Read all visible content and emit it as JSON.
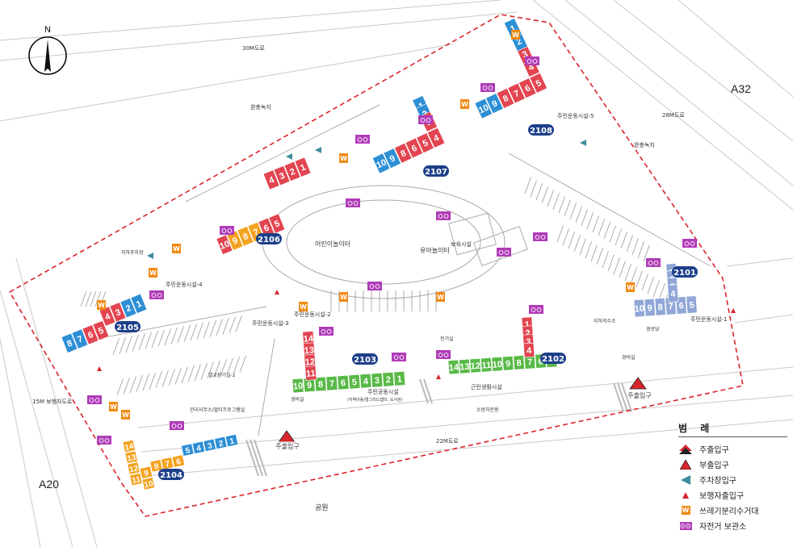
{
  "sides": {
    "top_right": "A32",
    "bottom_left": "A20"
  },
  "north_label": "N",
  "roads": {
    "top": "30M도로",
    "bottom": "22M도로",
    "left": "15M 보행자도로",
    "right": "28M도로",
    "park": "공원",
    "green_top": "완충녹지",
    "green_right": "완충녹지"
  },
  "buildings": [
    {
      "no": "2107",
      "units": [
        "1",
        "2",
        "3",
        "4",
        "5",
        "6",
        "8",
        "9",
        "10"
      ]
    },
    {
      "no": "2108",
      "units": [
        "1",
        "2",
        "3",
        "4",
        "5",
        "6",
        "7",
        "8",
        "9",
        "10"
      ]
    },
    {
      "no": "2106",
      "units": [
        "1",
        "2",
        "3",
        "4",
        "5",
        "6",
        "7",
        "8",
        "9",
        "10"
      ]
    },
    {
      "no": "2105",
      "units": [
        "1",
        "2",
        "3",
        "4",
        "5",
        "6",
        "7",
        "8"
      ]
    },
    {
      "no": "2104",
      "units": [
        "1",
        "2",
        "3",
        "4",
        "5",
        "6",
        "7",
        "8",
        "9",
        "10",
        "11",
        "12",
        "13",
        "14"
      ]
    },
    {
      "no": "2103",
      "units": [
        "1",
        "2",
        "3",
        "4",
        "5",
        "6",
        "7",
        "8",
        "9",
        "10",
        "11",
        "12",
        "13",
        "14"
      ]
    },
    {
      "no": "2102",
      "units": [
        "1",
        "2",
        "3",
        "4",
        "5",
        "6",
        "7",
        "8",
        "9",
        "10",
        "11",
        "12",
        "13",
        "14"
      ]
    },
    {
      "no": "2101",
      "units": [
        "1",
        "2",
        "3",
        "4",
        "5",
        "6",
        "7",
        "8",
        "9",
        "10"
      ]
    }
  ],
  "labels": {
    "playground1": "어린이놀이터",
    "playground2": "유아놀이터",
    "daycare": "보육시설",
    "fitness1": "주민운동시설-1",
    "fitness2": "주민운동시설-2",
    "fitness3": "주민운동시설-3",
    "fitness4": "주민운동시설-4",
    "fitness5": "주민운동시설-5",
    "community": "주민공동시설",
    "community_sub": "(지역아동/멀그리드랩터, 도서관)",
    "retail": "근린생활시설",
    "management": "관리사무소/멀티프로그램실",
    "guard1": "경비실",
    "guard2": "경비실",
    "seniors": "경로당",
    "underground_parking": "지하주차장",
    "fire_lane": "소방차전용",
    "vent": "열교환기실-2",
    "elec": "전기실",
    "water": "지하저수조"
  },
  "gates": {
    "main1": "주출입구",
    "main2": "주출입구"
  },
  "legend": {
    "title": "범 례",
    "items": [
      {
        "label": "주출입구"
      },
      {
        "label": "부출입구"
      },
      {
        "label": "주차장입구"
      },
      {
        "label": "보행자출입구"
      },
      {
        "label": "쓰레기분리수거대",
        "glyph": "W"
      },
      {
        "label": "자전거 보관소",
        "glyph": "◎◎"
      }
    ]
  },
  "colors": {
    "red": "#e24550",
    "blue": "#2d8fd5",
    "orange": "#f4a21f",
    "green": "#58b947",
    "lightblue": "#8fa6d6",
    "purple": "#b03cb8",
    "navy": "#1d3f8a",
    "boundary": "#d9242b"
  }
}
